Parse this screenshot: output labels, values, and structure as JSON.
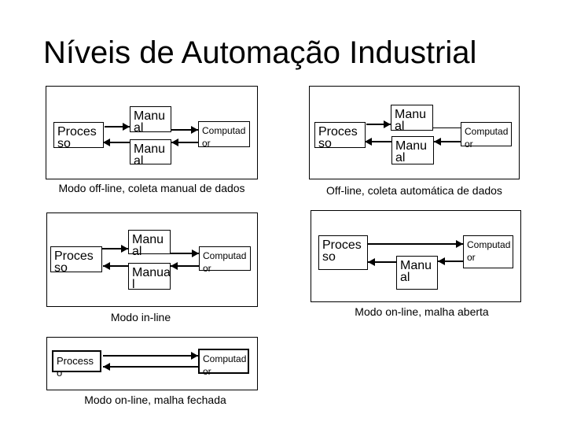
{
  "slide": {
    "title": "Níveis de Automação Industrial",
    "colors": {
      "background": "#ffffff",
      "foreground": "#000000"
    }
  },
  "diagrams": {
    "offline_manual": {
      "process_label": "Proces\nso",
      "manual_top_label": "Manu\nal",
      "manual_bottom_label": "Manu\nal",
      "computer_label": "Computad\nor",
      "caption": "Modo off-line, coleta manual de dados"
    },
    "offline_auto": {
      "process_label": "Proces\nso",
      "manual_top_label": "Manu\nal",
      "manual_bottom_label": "Manu\nal",
      "computer_label": "Computad\nor",
      "caption": "Off-line, coleta automática de dados"
    },
    "inline_mode": {
      "process_label": "Proces\nso",
      "manual_top_label": "Manu\nal",
      "manual_bottom_label": "Manua\nl",
      "computer_label": "Computad\nor",
      "caption": "Modo in-line"
    },
    "online_open": {
      "process_label": "Proces\nso",
      "manual_label": "Manu\nal",
      "computer_label": "Computad\nor",
      "caption": "Modo on-line, malha aberta"
    },
    "online_closed": {
      "process_label": "Process\no",
      "computer_label": "Computad\nor",
      "caption": "Modo on-line, malha fechada"
    }
  }
}
